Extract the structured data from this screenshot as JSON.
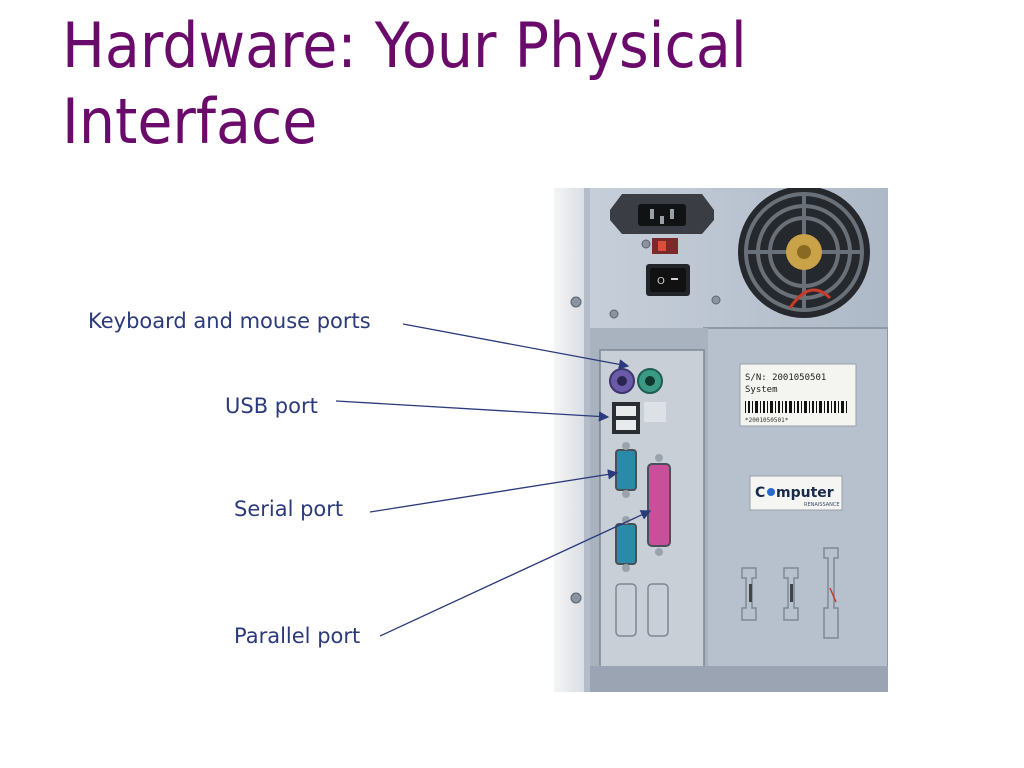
{
  "slide": {
    "title": "Hardware: Your Physical Interface"
  },
  "callouts": {
    "keyboard_mouse": "Keyboard and mouse ports",
    "usb": "USB port",
    "serial": "Serial port",
    "parallel": "Parallel port"
  },
  "photo": {
    "label_serial": "S/N: 2001050501",
    "label_system": "System",
    "label_barcode_text": "*2001050501*",
    "brand_prefix": "C",
    "brand_main": "mputer",
    "brand_sub": "RENAISSANCE"
  },
  "colors": {
    "title": "#6a0a6a",
    "callout_text": "#2b3a7a",
    "arrow": "#2b3a7a",
    "case_panel": "#b9c3cf",
    "ps2_keyboard": "#6a5aa8",
    "ps2_mouse": "#3a9a86",
    "serial_port": "#2a8aa8",
    "parallel_port": "#c8509a"
  },
  "icons": [
    "power-socket-icon",
    "fan-icon",
    "power-switch-icon",
    "barcode-icon",
    "screw-icon"
  ]
}
